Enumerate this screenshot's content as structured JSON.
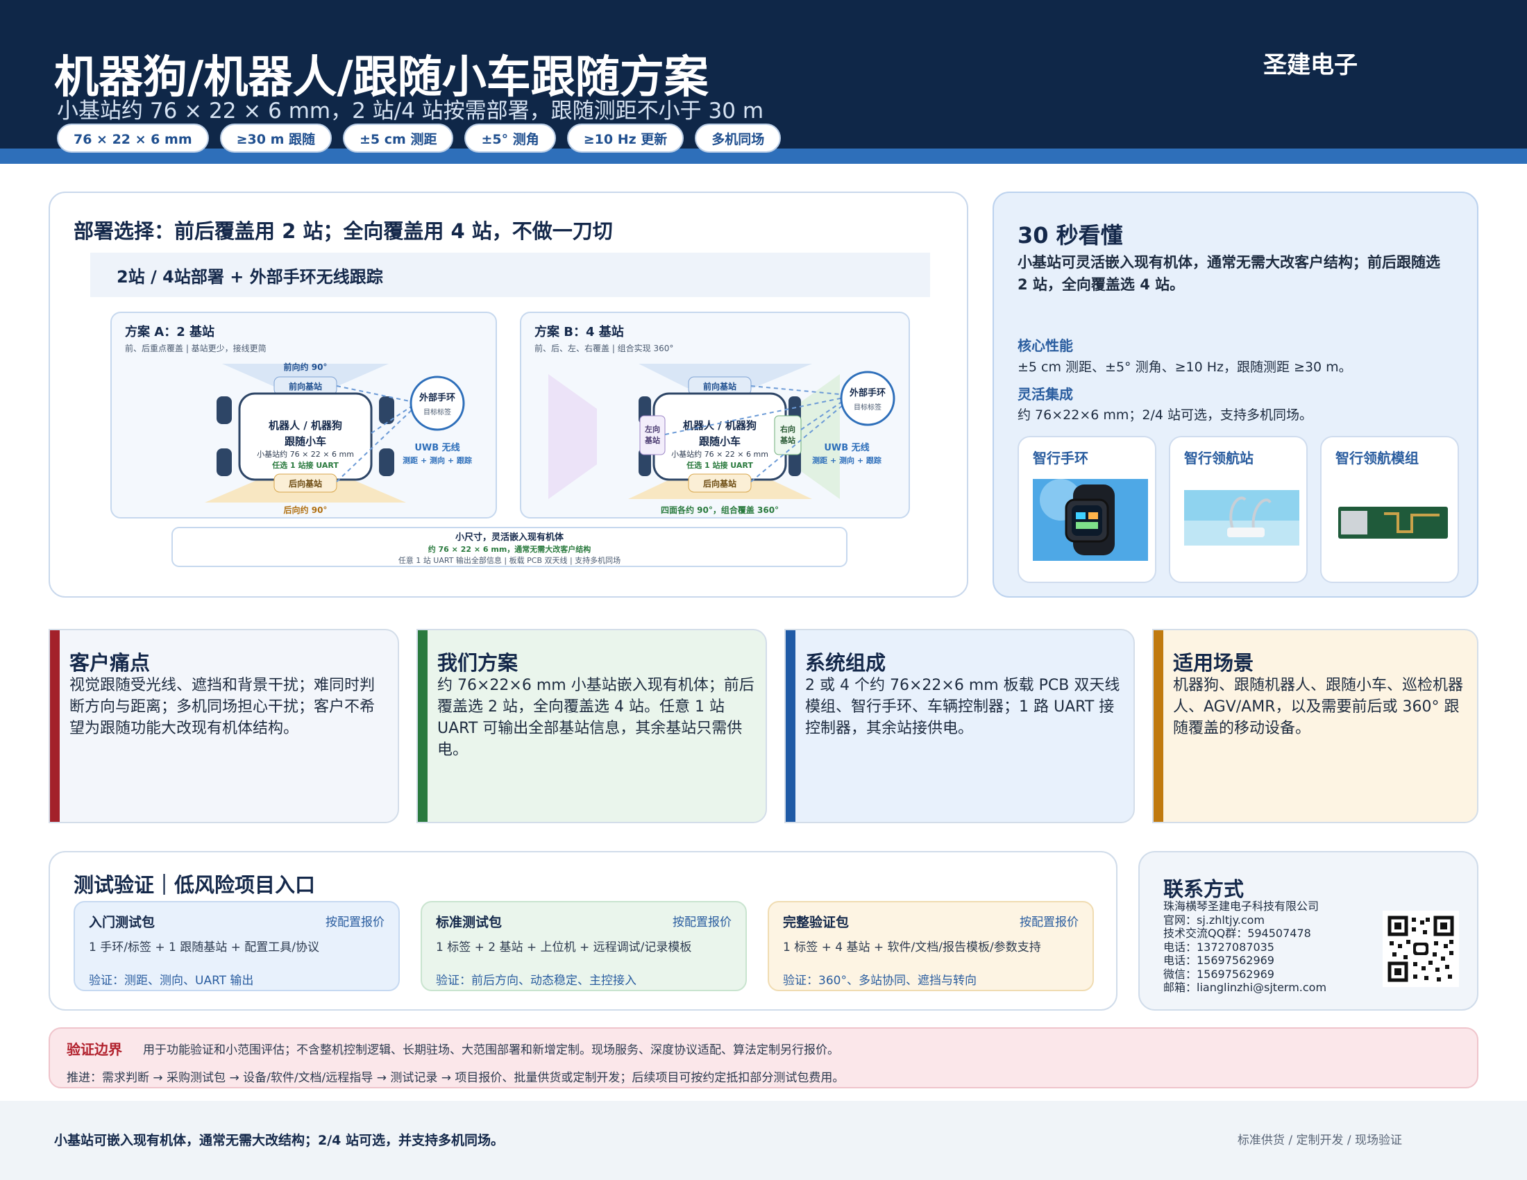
{
  "header": {
    "title": "机器狗/机器人/跟随小车跟随方案",
    "subtitle": "小基站约 76 × 22 × 6 mm，2 站/4 站按需部署，跟随测距不小于 30 m",
    "brand": "圣建电子",
    "chips": [
      "76 × 22 × 6 mm",
      "≥30 m 跟随",
      "±5 cm 测距",
      "±5° 测角",
      "≥10 Hz 更新",
      "多机同场"
    ]
  },
  "deploy": {
    "title": "部署选择：前后覆盖用 2 站；全向覆盖用 4 站，不做一刀切",
    "diagram_title": "2站 / 4站部署 + 外部手环无线跟踪",
    "plan_a": {
      "title": "方案 A：2 基站",
      "sub": "前、后重点覆盖 | 基站更少，接线更简",
      "front_angle": "前向约 90°",
      "front_station": "前向基站",
      "rear_station": "后向基站",
      "rear_angle": "后向约 90°",
      "robot_line1": "机器人 / 机器狗",
      "robot_line2": "跟随小车",
      "robot_size": "小基站约 76 × 22 × 6 mm",
      "robot_uart": "任选 1 站接 UART",
      "band_line1": "外部手环",
      "band_line2": "目标标签",
      "uwb_line1": "UWB 无线",
      "uwb_line2": "测距 + 测向 + 跟踪"
    },
    "plan_b": {
      "title": "方案 B：4 基站",
      "sub": "前、后、左、右覆盖 | 组合实现 360°",
      "front_station": "前向基站",
      "rear_station": "后向基站",
      "left_line1": "左向",
      "left_line2": "基站",
      "right_line1": "右向",
      "right_line2": "基站",
      "bottom": "四面各约 90°，组合覆盖 360°",
      "robot_line1": "机器人 / 机器狗",
      "robot_line2": "跟随小车",
      "robot_size": "小基站约 76 × 22 × 6 mm",
      "robot_uart": "任选 1 站接 UART",
      "band_line1": "外部手环",
      "band_line2": "目标标签",
      "uwb_line1": "UWB 无线",
      "uwb_line2": "测距 + 测向 + 跟踪"
    },
    "bottom_box": {
      "line1": "小尺寸，灵活嵌入现有机体",
      "line2": "约 76 × 22 × 6 mm，通常无需大改客户结构",
      "line3": "任意 1 站 UART 输出全部信息 | 板载 PCB 双天线 | 支持多机同场"
    }
  },
  "summary": {
    "title": "30 秒看懂",
    "lead": "小基站可灵活嵌入现有机体，通常无需大改客户结构；前后跟随选 2 站，全向覆盖选 4 站。",
    "perf_h": "核心性能",
    "perf_p": "±5 cm 测距、±5° 测角、≥10 Hz，跟随测距 ≥30 m。",
    "integ_h": "灵活集成",
    "integ_p": "约 76×22×6 mm；2/4 站可选，支持多机同场。",
    "products": [
      "智行手环",
      "智行领航站",
      "智行领航模组"
    ]
  },
  "columns": [
    {
      "title": "客户痛点",
      "text": "视觉跟随受光线、遮挡和背景干扰；难同时判断方向与距离；多机同场担心干扰；客户不希望为跟随功能大改现有机体结构。",
      "color": "#a3212a",
      "bg": "#f3f6fb"
    },
    {
      "title": "我们方案",
      "text": "约 76×22×6 mm 小基站嵌入现有机体；前后覆盖选 2 站，全向覆盖选 4 站。任意 1 站 UART 可输出全部基站信息，其余基站只需供电。",
      "color": "#2a7a3e",
      "bg": "#eaf5ec"
    },
    {
      "title": "系统组成",
      "text": "2 或 4 个约 76×22×6 mm 板载 PCB 双天线模组、智行手环、车辆控制器；1 路 UART 接控制器，其余站接供电。",
      "color": "#1f5aa6",
      "bg": "#e8f1fc"
    },
    {
      "title": "适用场景",
      "text": "机器狗、跟随机器人、跟随小车、巡检机器人、AGV/AMR，以及需要前后或 360° 跟随覆盖的移动设备。",
      "color": "#c07a10",
      "bg": "#fdf4e3"
    }
  ],
  "test": {
    "title": "测试验证｜低风险项目入口",
    "packages": [
      {
        "name": "入门测试包",
        "price": "按配置报价",
        "desc": "1 手环/标签 + 1 跟随基站 + 配置工具/协议",
        "verify": "验证：测距、测向、UART 输出",
        "bg": "#e8f1fc",
        "border": "#c6d9f1"
      },
      {
        "name": "标准测试包",
        "price": "按配置报价",
        "desc": "1 标签 + 2 基站 + 上位机 + 远程调试/记录模板",
        "verify": "验证：前后方向、动态稳定、主控接入",
        "bg": "#eaf5ec",
        "border": "#c9e4cf"
      },
      {
        "name": "完整验证包",
        "price": "按配置报价",
        "desc": "1 标签 + 4 基站 + 软件/文档/报告模板/参数支持",
        "verify": "验证：360°、多站协同、遮挡与转向",
        "bg": "#fdf4e3",
        "border": "#f0dcb2"
      }
    ]
  },
  "contact": {
    "title": "联系方式",
    "lines": [
      "珠海横琴圣建电子科技有限公司",
      "官网：sj.zhltjy.com",
      "技术交流QQ群：594507478",
      "电话：13727087035",
      "电话：15697562969",
      "微信：15697562969",
      "邮箱：lianglinzhi@sjterm.com"
    ]
  },
  "boundary": {
    "label": "验证边界",
    "text": "用于功能验证和小范围评估；不含整机控制逻辑、长期驻场、大范围部署和新增定制。现场服务、深度协议适配、算法定制另行报价。",
    "line2": "推进：需求判断 → 采购测试包 → 设备/软件/文档/远程指导 → 测试记录 → 项目报价、批量供货或定制开发；后续项目可按约定抵扣部分测试包费用。"
  },
  "footer": {
    "left": "小基站可嵌入现有机体，通常无需大改结构；2/4 站可选，并支持多机同场。",
    "right": "标准供货 / 定制开发 / 现场验证"
  }
}
